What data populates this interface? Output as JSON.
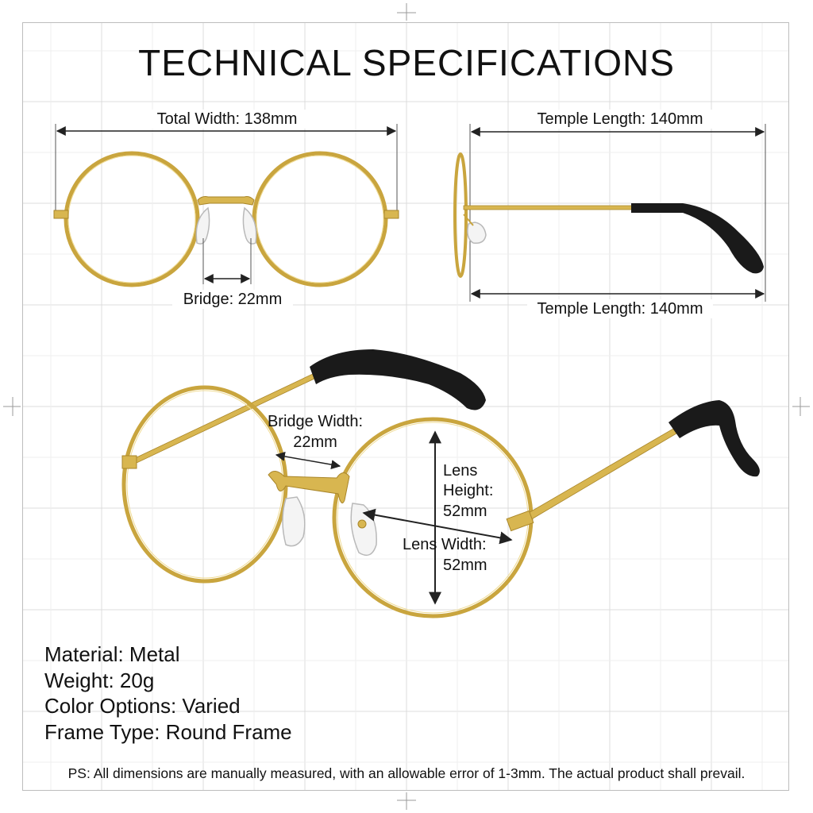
{
  "title": "TECHNICAL SPECIFICATIONS",
  "front_view": {
    "total_width": "Total Width: 138mm",
    "bridge": "Bridge: 22mm"
  },
  "side_view": {
    "temple_length_top": "Temple Length: 140mm",
    "temple_length_bottom": "Temple Length: 140mm"
  },
  "perspective_view": {
    "bridge_width_line1": "Bridge Width:",
    "bridge_width_line2": "22mm",
    "lens_height_line1": "Lens",
    "lens_height_line2": "Height:",
    "lens_height_line3": "52mm",
    "lens_width_line1": "Lens Width:",
    "lens_width_line2": "52mm"
  },
  "specs": [
    "Material: Metal",
    "Weight: 20g",
    "Color Options: Varied",
    "Frame Type: Round Frame"
  ],
  "note": "PS: All dimensions are manually measured, with an allowable error of 1-3mm. The actual product shall prevail.",
  "colors": {
    "frame_gold": "#c9a53e",
    "frame_gold_light": "#e8cf7a",
    "temple_tip": "#1a1a1a",
    "grid": "#d9d9d9",
    "text": "#111111"
  }
}
